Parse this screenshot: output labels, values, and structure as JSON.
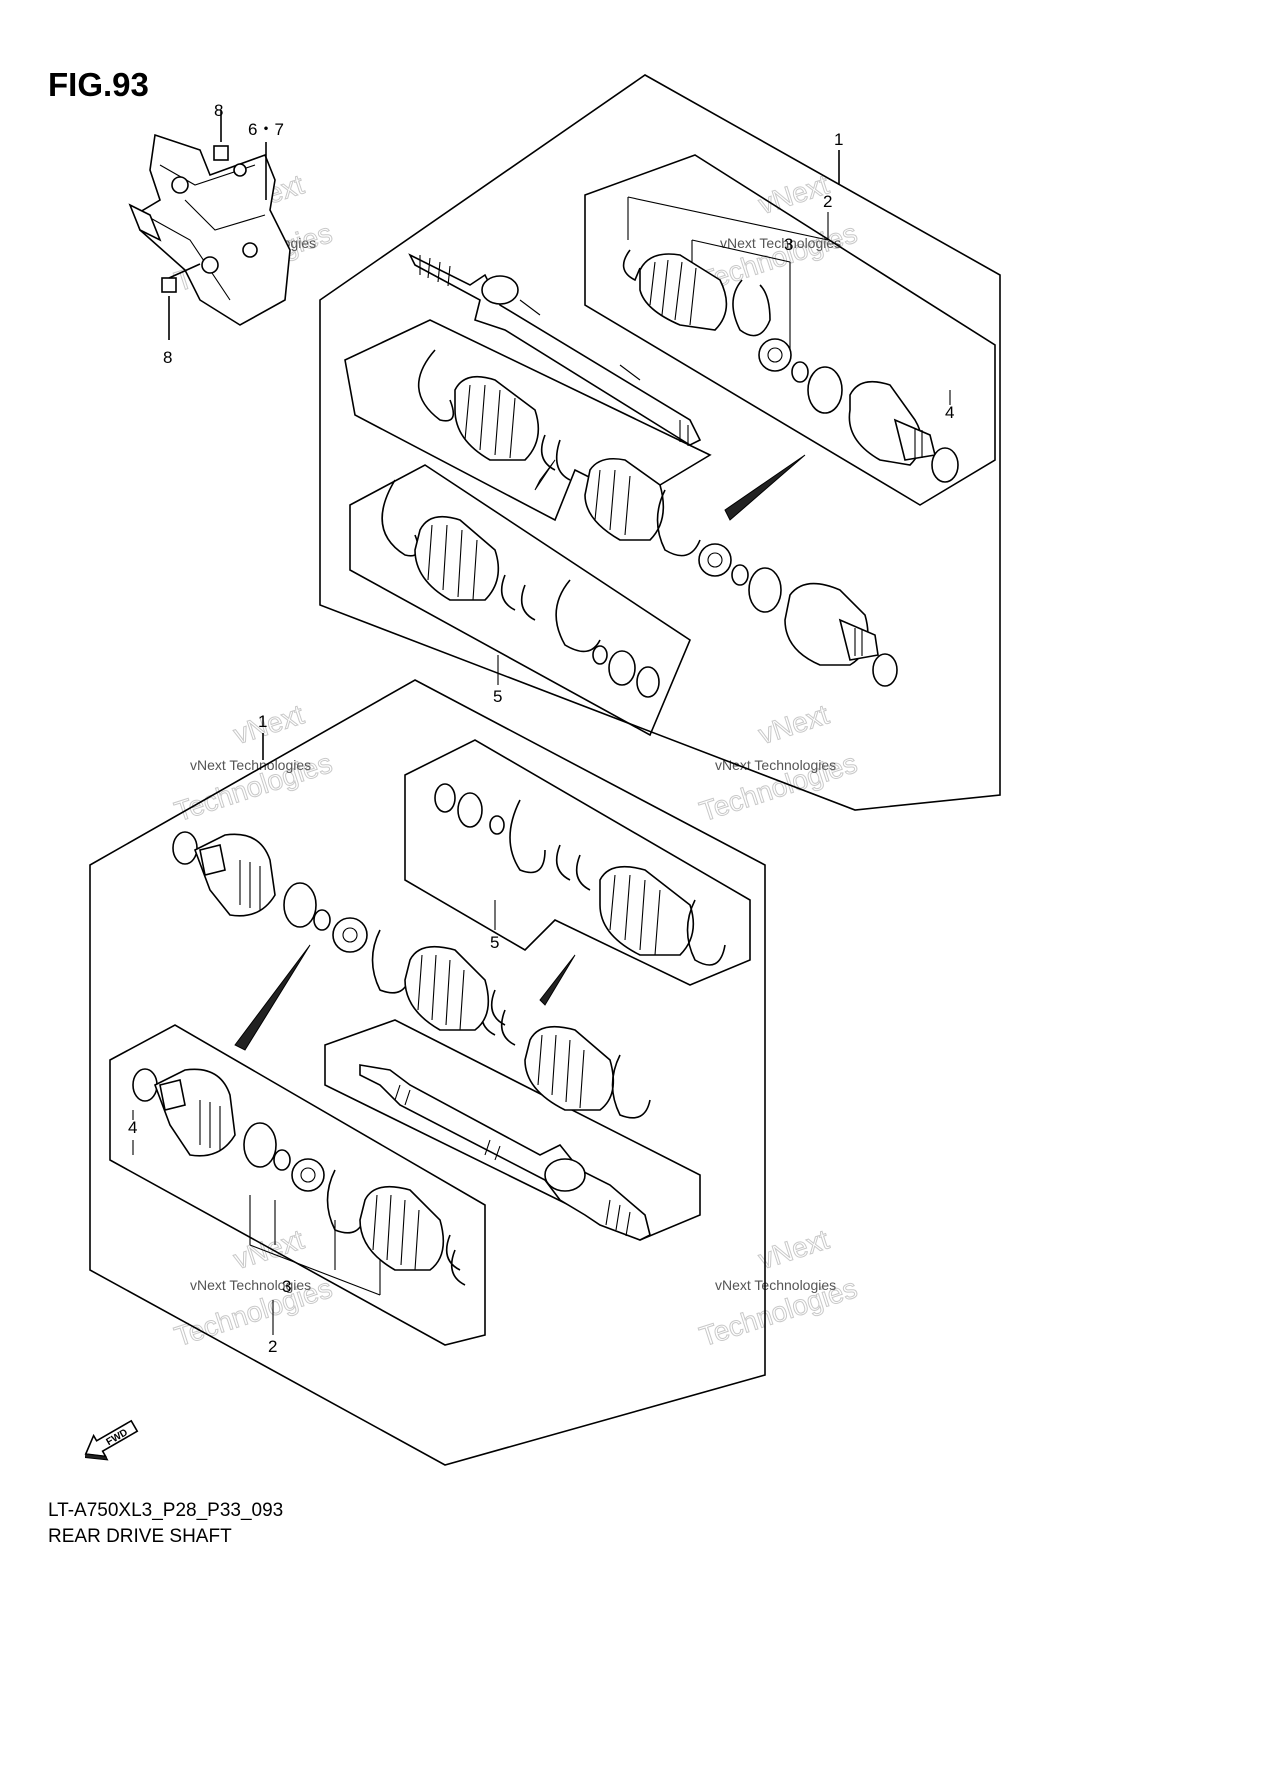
{
  "figure": {
    "title": "FIG.93",
    "model_code": "LT-A750XL3_P28_P33_093",
    "part_name": "REAR DRIVE SHAFT",
    "fwd_label": "FWD"
  },
  "callouts": {
    "guard_bolt_top": "8",
    "guard_bolt_bottom": "8",
    "guard": "6・7",
    "upper_assembly": "1",
    "upper_joint_kit": "2",
    "upper_joint_set": "3",
    "upper_circlip": "4",
    "upper_boot_kit": "5",
    "lower_assembly": "1",
    "lower_joint_kit": "2",
    "lower_joint_set": "3",
    "lower_circlip": "4",
    "lower_boot_kit": "5"
  },
  "watermarks": [
    {
      "small": "vNext Technologies",
      "large": "Technologies",
      "top": "vNext"
    },
    {
      "small": "vNext Technologies",
      "large": "Technologies",
      "top": "vNext"
    },
    {
      "small": "vNext Technologies",
      "large": "Technologies",
      "top": "vNext"
    },
    {
      "small": "vNext Technologies",
      "large": "Technologies",
      "top": "vNext"
    },
    {
      "small": "vNext Technologies",
      "large": "Technologies",
      "top": "vNext"
    },
    {
      "small": "vNext Technologies",
      "large": "Technologies",
      "top": "vNext"
    }
  ]
}
